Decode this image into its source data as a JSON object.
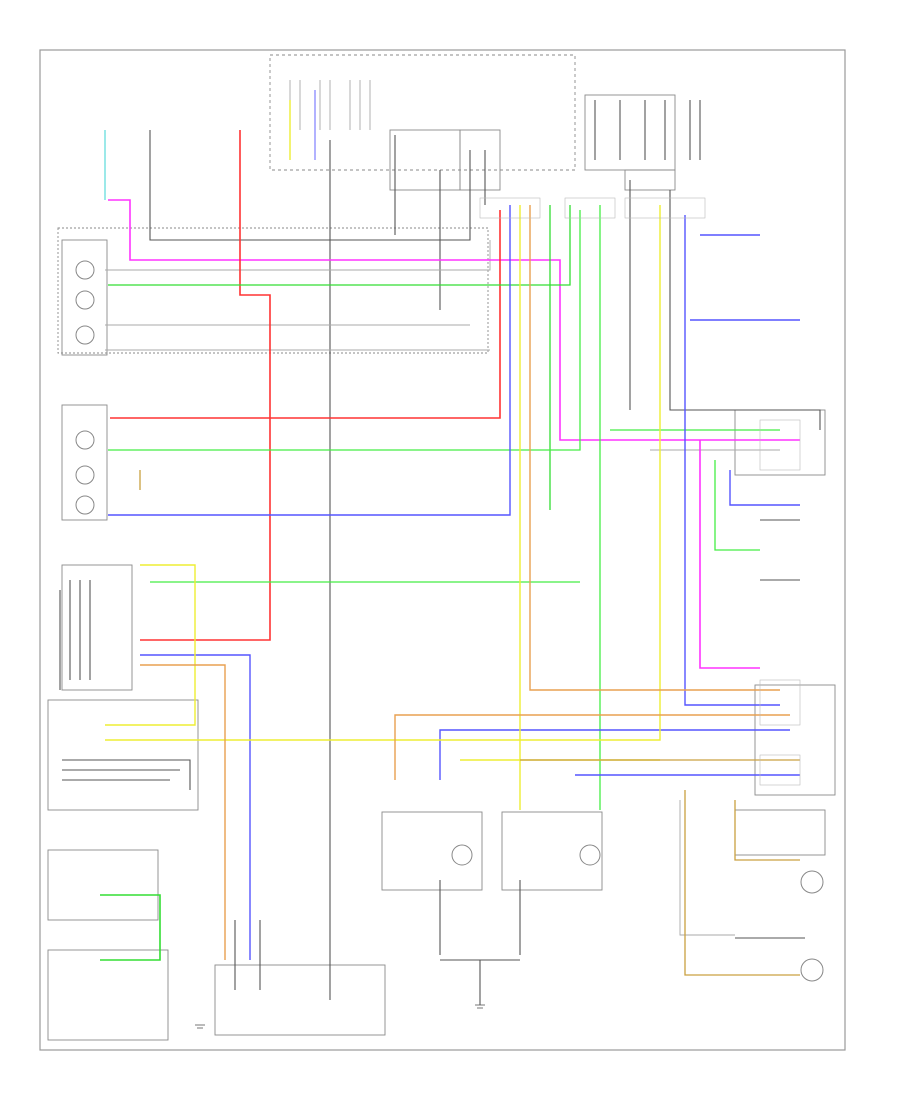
{
  "diagram": {
    "title": "",
    "components": [
      {
        "id": "rf-lamp",
        "label": ""
      },
      {
        "id": "lf-lamp",
        "label": ""
      },
      {
        "id": "lr-lamp",
        "label": ""
      },
      {
        "id": "hazard-switch",
        "label": ""
      },
      {
        "id": "lr-combo",
        "label": ""
      },
      {
        "id": "rr-combo",
        "label": ""
      },
      {
        "id": "lic-lamps",
        "label": ""
      },
      {
        "id": "junction-block",
        "label": ""
      },
      {
        "id": "combination-switch",
        "label": ""
      }
    ],
    "wire_colors": {
      "magenta": "#ff33ff",
      "red": "#ff3333",
      "green": "#33dd33",
      "blue": "#5555ff",
      "yellow": "#eeee33",
      "orange": "#e8a050",
      "tan": "#c9a040",
      "cyan": "#66dddd",
      "black": "#555555",
      "gray": "#aaaaaa"
    }
  }
}
